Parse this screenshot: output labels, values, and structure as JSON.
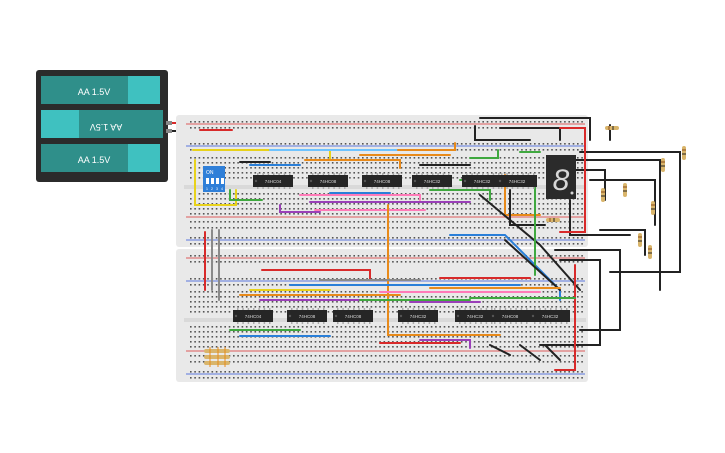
{
  "battery_pack": {
    "cells": [
      {
        "label": "AA 1.5V",
        "flipped": false
      },
      {
        "label": "AA 1.5V",
        "flipped": true
      },
      {
        "label": "AA 1.5V",
        "flipped": false
      }
    ],
    "body_color": "#2b2b2b",
    "cell_color": "#2f8f8a",
    "cap_color": "#3fc1c0"
  },
  "breadboards": {
    "board_color": "#e9e9e9",
    "rail_red": "#d82a2a",
    "rail_blue": "#2a4fd8"
  },
  "chips_top": [
    "74HC04",
    "74HC08",
    "74HC08",
    "74HC32",
    "74HC32",
    "74HC32"
  ],
  "chips_bottom": [
    "74HC04",
    "74HC08",
    "74HC08",
    "74HC32",
    "74HC32",
    "74HC08",
    "74HC32"
  ],
  "dip_switch": {
    "label": "ON",
    "positions": [
      "1",
      "2",
      "3",
      "4"
    ],
    "color": "#2f7fd8"
  },
  "seven_segment": {
    "digit": "8",
    "color": "#2b2b2b",
    "segment_color": "#d7d7d7"
  },
  "wire_colors": [
    "#d82a2a",
    "#222222",
    "#e88a1a",
    "#3fa83f",
    "#2a7fd8",
    "#9a3fb8",
    "#e8d21a",
    "#ff7ab8",
    "#8a8a8a",
    "#6ec3ff"
  ],
  "resistor_color": "#d9b56b"
}
